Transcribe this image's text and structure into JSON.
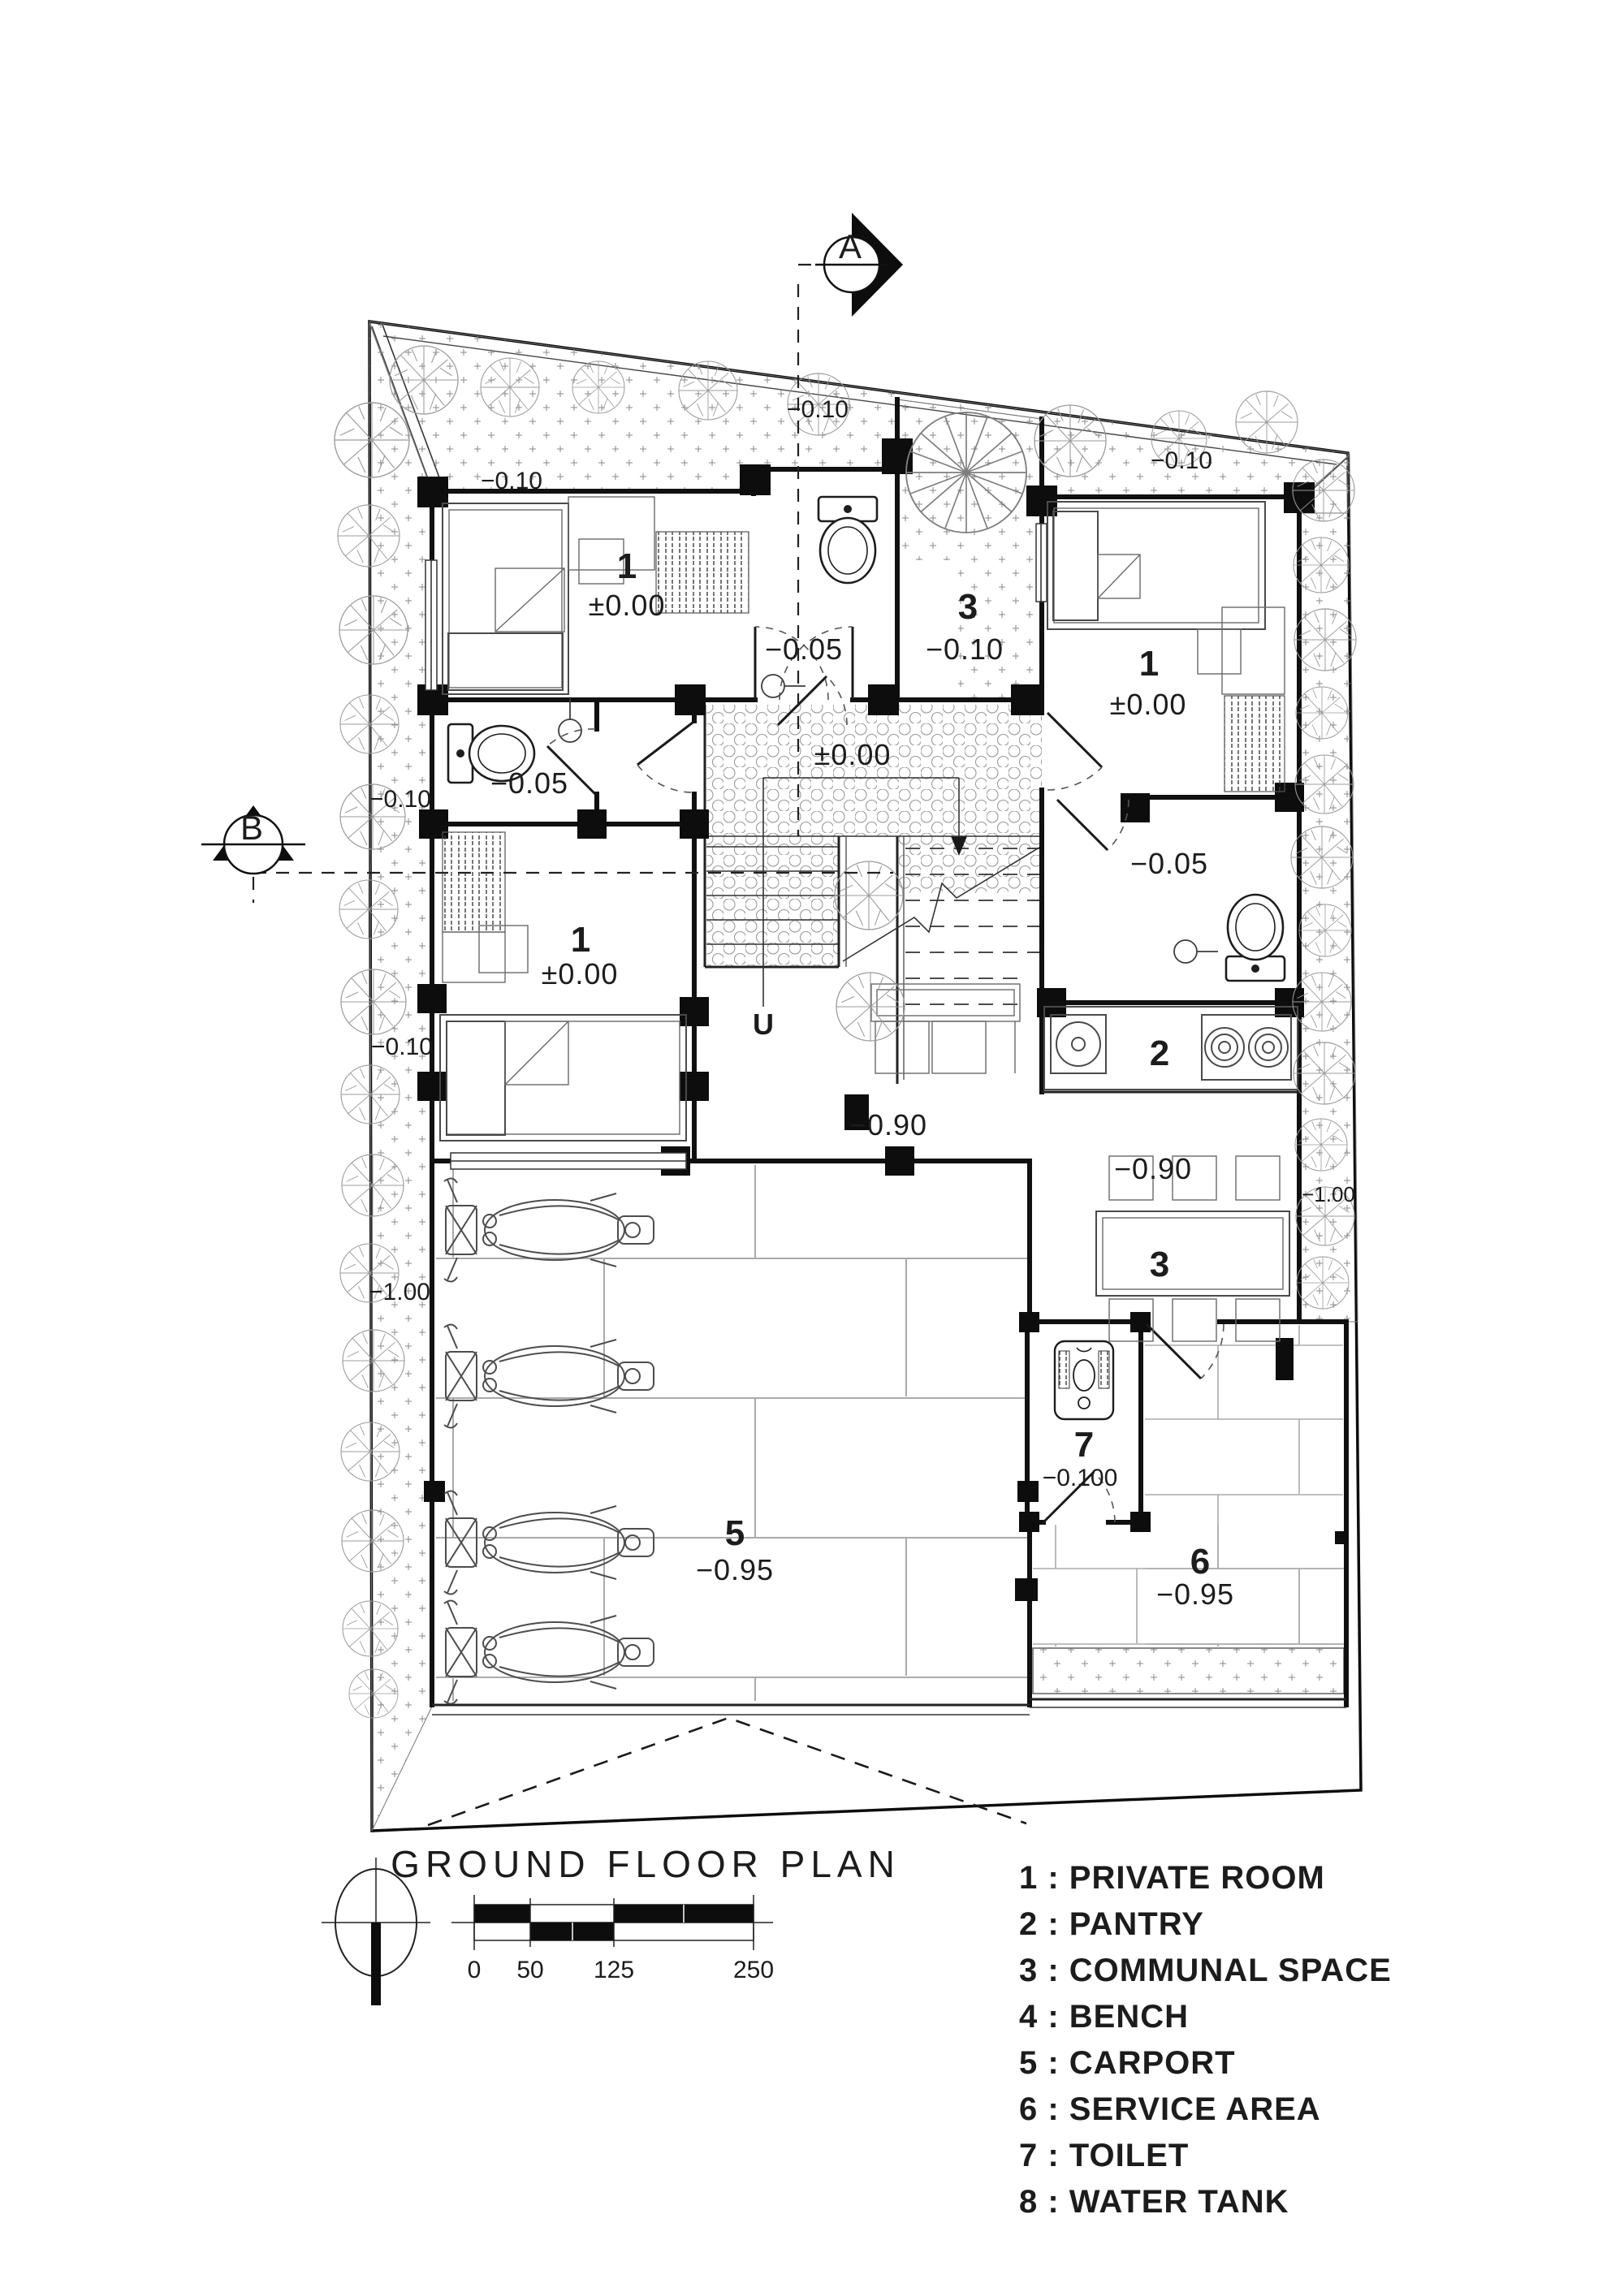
{
  "drawing": {
    "title": "GROUND FLOOR PLAN",
    "scale_bar": {
      "ticks": [
        "0",
        "50",
        "125",
        "250"
      ]
    }
  },
  "legend": {
    "items": [
      "1 : PRIVATE ROOM",
      "2 : PANTRY",
      "3 : COMMUNAL SPACE",
      "4 : BENCH",
      "5 : CARPORT",
      "6 : SERVICE AREA",
      "7 : TOILET",
      "8 : WATER TANK"
    ]
  },
  "section_markers": {
    "a": "A",
    "b": "B"
  },
  "labels": {
    "room1_tl_num": "1",
    "room1_tl_level": "±0.00",
    "bath_top_level": "−0.05",
    "corridor_num": "3",
    "corridor_level": "−0.10",
    "room1_tr_num": "1",
    "room1_tr_level": "±0.00",
    "bath_tr_level": "−0.05",
    "pantry_num": "2",
    "court_level": "±0.00",
    "hall_level": "−0.90",
    "communal_num": "3",
    "communal_level": "−0.90",
    "room1_ml_num": "1",
    "room1_ml_level": "±0.00",
    "bath_left_level": "−0.05",
    "carport_num": "5",
    "carport_level": "−0.95",
    "toilet_num": "7",
    "toilet_level": "−0.100",
    "service_num": "6",
    "service_level": "−0.95",
    "strip_top_left_level": "−0.10",
    "strip_top_mid_level": "−0.10",
    "strip_top_right_level": "−0.10",
    "strip_left_level_upper": "−0.10",
    "strip_left_level_mid": "−0.10",
    "strip_left_level_lower": "−1.00",
    "strip_right_level": "−1.00",
    "stair_up": "U"
  }
}
